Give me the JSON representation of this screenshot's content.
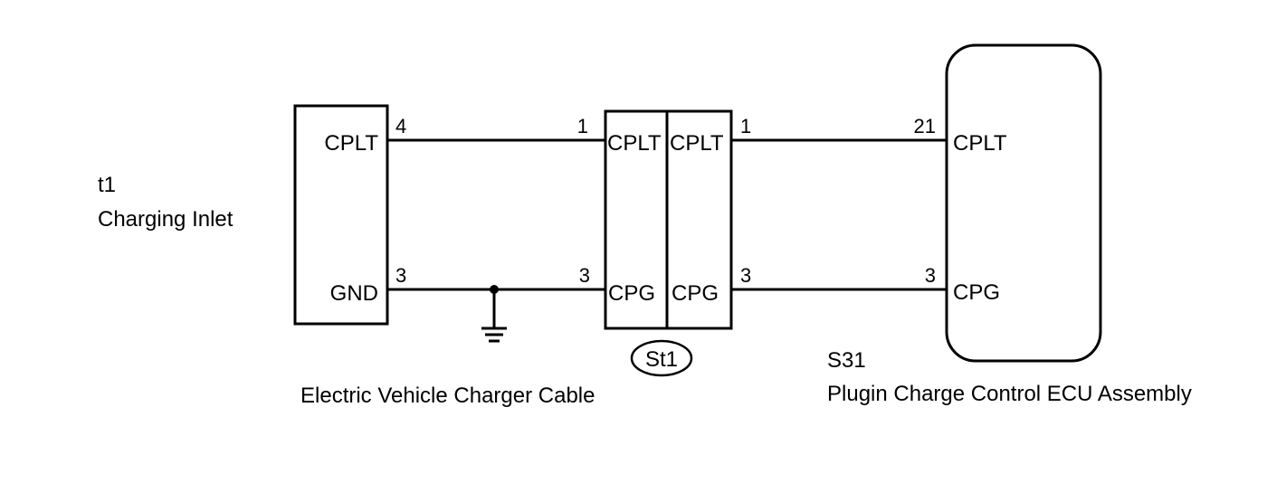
{
  "components": {
    "charging_inlet": {
      "id": "t1",
      "name": "Charging Inlet",
      "pins": [
        {
          "label": "CPLT",
          "number": "4"
        },
        {
          "label": "GND",
          "number": "3"
        }
      ]
    },
    "charger_cable": {
      "name": "Electric Vehicle Charger Cable",
      "connector_id": "St1",
      "left_pins": [
        {
          "label": "CPLT",
          "number": "1"
        },
        {
          "label": "CPG",
          "number": "3"
        }
      ],
      "right_pins": [
        {
          "label": "CPLT",
          "number": "1"
        },
        {
          "label": "CPG",
          "number": "3"
        }
      ]
    },
    "ecu": {
      "id": "S31",
      "name": "Plugin Charge Control ECU Assembly",
      "pins": [
        {
          "label": "CPLT",
          "number": "21"
        },
        {
          "label": "CPG",
          "number": "3"
        }
      ]
    }
  },
  "icons": {
    "ground": "ground-symbol-icon",
    "junction": "junction-dot-icon"
  }
}
